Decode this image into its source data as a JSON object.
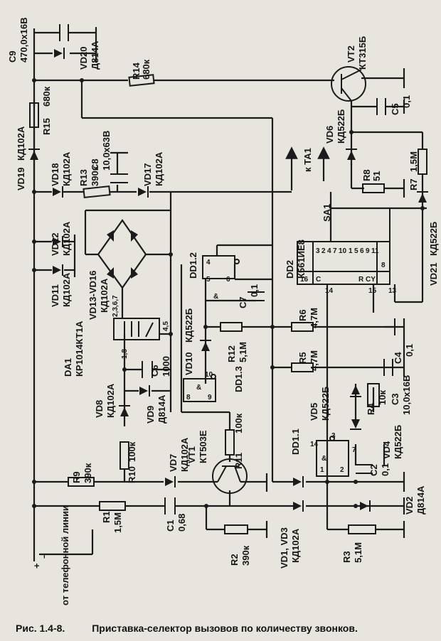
{
  "caption": {
    "number": "Рис. 1.4-8.",
    "text": "Приставка-селектор вызовов по количеству звонков."
  },
  "line_input": {
    "label": "от телефонной линии",
    "plus": "+",
    "minus": "–"
  },
  "components": {
    "C9": {
      "ref": "C9",
      "value": "470,0x16В"
    },
    "VD20": {
      "ref": "VD20",
      "value": "Д814А"
    },
    "R14": {
      "ref": "R14",
      "value": "680к"
    },
    "VT2": {
      "ref": "VT2",
      "value": "КТ315Б"
    },
    "C5": {
      "ref": "C5",
      "value": "0,1"
    },
    "R15": {
      "ref": "R15",
      "value": "680к"
    },
    "VD19": {
      "ref": "VD19",
      "value": "КД102А"
    },
    "VD18": {
      "ref": "VD18",
      "value": "КД102А"
    },
    "R13": {
      "ref": "R13",
      "value": "390к"
    },
    "C8": {
      "ref": "C8",
      "value": "10,0x63В"
    },
    "VD17": {
      "ref": "VD17",
      "value": "КД102А"
    },
    "VD6": {
      "ref": "VD6",
      "value": "КД522Б"
    },
    "KTA1": {
      "ref": "к ТА1"
    },
    "R8": {
      "ref": "R8",
      "value": "51"
    },
    "R7": {
      "ref": "R7",
      "value": "1,5М"
    },
    "VD12": {
      "ref": "VD12",
      "value": "КД102А"
    },
    "SA1": {
      "ref": "SA1"
    },
    "VD11": {
      "ref": "VD11",
      "value": "КД102А"
    },
    "VD13_16": {
      "ref": "VD13-VD16",
      "value": "КД102А"
    },
    "DD1_2": {
      "ref": "DD1.2"
    },
    "DD2": {
      "ref": "DD2",
      "value": "К561ИЕ8"
    },
    "VD21": {
      "ref": "VD21",
      "value": "КД522Б"
    },
    "DA1": {
      "ref": "DA1",
      "value": "КР1014КТ1А"
    },
    "C7": {
      "ref": "C7",
      "value": "0,1"
    },
    "R6": {
      "ref": "R6",
      "value": "4,7М"
    },
    "VD10": {
      "ref": "VD10",
      "value": "КД522Б"
    },
    "R12": {
      "ref": "R12",
      "value": "5,1М"
    },
    "C6": {
      "ref": "C6",
      "value": "1000"
    },
    "R5": {
      "ref": "R5",
      "value": "4,7М"
    },
    "C4": {
      "ref": "C4",
      "value": "0,1"
    },
    "DD1_3": {
      "ref": "DD1.3"
    },
    "C3": {
      "ref": "C3",
      "value": "10,0x16В"
    },
    "VD8": {
      "ref": "VD8",
      "value": "КД102А"
    },
    "VD9": {
      "ref": "VD9",
      "value": "Д814А"
    },
    "VD5": {
      "ref": "VD5",
      "value": "КД522Б"
    },
    "R4": {
      "ref": "R4",
      "value": "10к"
    },
    "R11": {
      "ref": "R11",
      "value": "100к"
    },
    "R10": {
      "ref": "R10",
      "value": "100к"
    },
    "VT1": {
      "ref": "VT1",
      "value": "КТ503Е"
    },
    "VD7": {
      "ref": "VD7",
      "value": "КД102А"
    },
    "VD4": {
      "ref": "VD4",
      "value": "КД522Б"
    },
    "R9": {
      "ref": "R9",
      "value": "390к"
    },
    "DD1_1": {
      "ref": "DD1.1"
    },
    "C2": {
      "ref": "C2",
      "value": "0,1"
    },
    "R1": {
      "ref": "R1",
      "value": "1,5М"
    },
    "C1": {
      "ref": "C1",
      "value": "0,68"
    },
    "VD2": {
      "ref": "VD2",
      "value": "Д814А"
    },
    "R2": {
      "ref": "R2",
      "value": "390к"
    },
    "VD1_3": {
      "ref": "VD1, VD3",
      "value": "КД102А"
    },
    "R3": {
      "ref": "R3",
      "value": "5,1М"
    }
  },
  "pins": {
    "da1_a": "2,3,6,7",
    "da1_b": "4,5",
    "da1_c": "1,8",
    "dd12_4": "4",
    "dd12_5": "5",
    "dd12_6": "6",
    "dd13_10": "10",
    "dd13_8": "8",
    "dd13_9": "9",
    "dd11_14": "14",
    "dd11_3": "3",
    "dd11_1": "1",
    "dd11_2": "2",
    "dd11_7": "7",
    "dd2_16": "16",
    "dd2_14": "14",
    "dd2_15": "15",
    "dd2_13": "13",
    "dd2_8": "8",
    "dd2_c": "C",
    "dd2_r": "R",
    "dd2_cy": "CY",
    "dd2_outs": [
      "3",
      "2",
      "4",
      "7",
      "10",
      "1",
      "5",
      "6",
      "9",
      "11"
    ],
    "amp": "&"
  }
}
